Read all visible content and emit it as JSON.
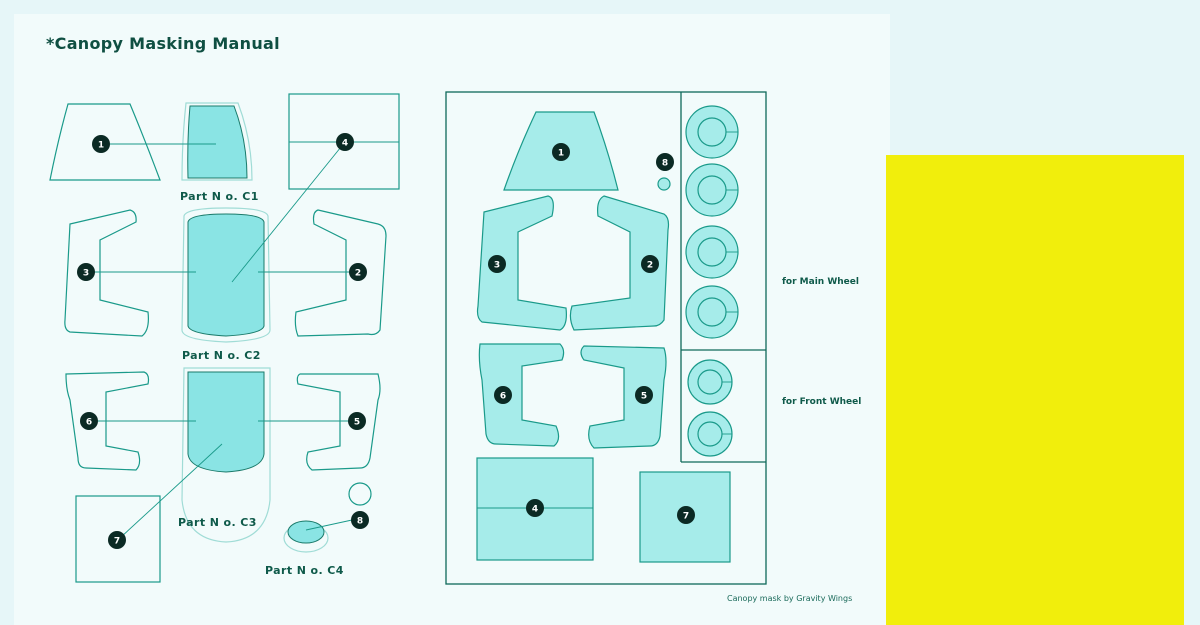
{
  "manual": {
    "title": "*Canopy Masking Manual",
    "credit": "Canopy mask by Gravity Wings"
  },
  "parts": [
    {
      "id": "c1",
      "label": "Part N o. C1"
    },
    {
      "id": "c2",
      "label": "Part N o. C2"
    },
    {
      "id": "c3",
      "label": "Part N o. C3"
    },
    {
      "id": "c4",
      "label": "Part N o. C4"
    }
  ],
  "wheels": {
    "main_label": "for Main Wheel",
    "front_label": "for Front Wheel"
  },
  "markers": [
    "1",
    "2",
    "3",
    "4",
    "5",
    "6",
    "7",
    "8"
  ],
  "colors": {
    "outline": "#1a9a8a",
    "mask_fill": "#a6ecea",
    "marker": "#0b2a24",
    "yellow_card": "#f1ee0c"
  }
}
